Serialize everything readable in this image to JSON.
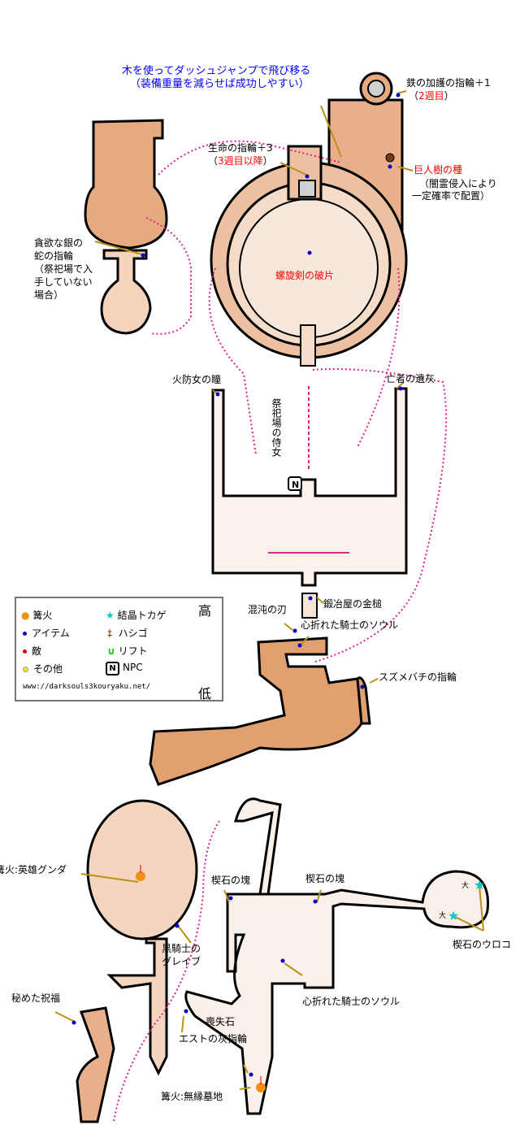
{
  "note": {
    "line1": "木を使ってダッシュジャンプで飛び移る",
    "line2": "（装備重量を減らせば成功しやすい）"
  },
  "labels": {
    "iron_ring": "鉄の加護の指輪＋1",
    "iron_ring_cycle_open": "（",
    "iron_ring_cycle": "2週目",
    "iron_ring_cycle_close": "）",
    "life_ring": "生命の指輪＋3",
    "life_ring_cycle_open": "（",
    "life_ring_cycle": "3週目以降",
    "life_ring_cycle_close": "）",
    "giant_seed": "巨人樹の種",
    "giant_seed_note1": "（闇霊侵入により",
    "giant_seed_note2": "一定確率で配置）",
    "spiral_sword": "螺旋剣の破片",
    "silver_serpent": [
      "貪欲な銀の",
      "蛇の指輪",
      "（祭祀場で入",
      "手していない",
      "場合）"
    ],
    "firekeeper_eyes": "火防女の瞳",
    "hollow_ash": "亡者の遺灰",
    "shrine_handmaid": "祭祀場の侍女",
    "smith_hammer": "鍛冶屋の金槌",
    "chaos_blade": "混沌の刃",
    "broken_soul_1": "心折れた騎士のソウル",
    "hornet_ring": "スズメバチの指輪",
    "bonfire_gundyr": "篝火:英雄グンダ",
    "black_knight_glaive": [
      "黒騎士の",
      "グレイブ"
    ],
    "hidden_blessing": "秘めた祝福",
    "titanite_chunk_1": "楔石の塊",
    "titanite_chunk_2": "楔石の塊",
    "titanite_scale": "楔石のウロコ",
    "large_1": "大",
    "large_2": "大",
    "broken_soul_2": "心折れた騎士のソウル",
    "lost_stone": "喪失石",
    "estus_ring": "エストの灰指輪",
    "bonfire_graveyard": "篝火:無縁墓地"
  },
  "legend": {
    "bonfire": "篝火",
    "item": "アイテム",
    "enemy": "敵",
    "other": "その他",
    "crystal_lizard": "結晶トカゲ",
    "ladder": "ハシゴ",
    "lift": "リフト",
    "npc": "NPC",
    "npc_glyph": "N",
    "high": "高",
    "low": "低",
    "url": "www://darksouls3kouryaku.net/"
  },
  "colors": {
    "item": "#0000cc",
    "enemy": "#e00000",
    "other": "#ffee00",
    "crystal": "#00c8c8",
    "lift": "#00cc00",
    "route": "#dd2288",
    "leader": "#b8901a",
    "high": "#d4783c",
    "low": "#fbeee4"
  }
}
